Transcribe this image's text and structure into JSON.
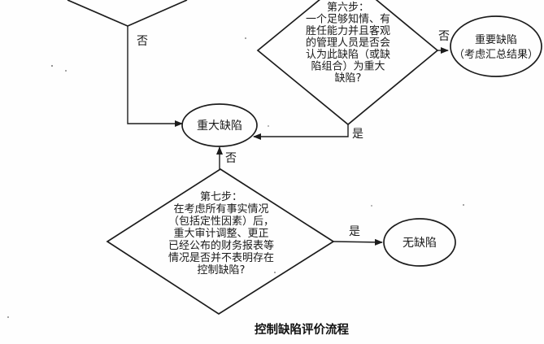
{
  "title": "控制缺陷评价流程",
  "colors": {
    "ink": "#1c1c1c",
    "background": "#fefefe"
  },
  "nodes": {
    "step6_decision": {
      "shape": "diamond",
      "lines": [
        "第六步：",
        "一个足够知情、有",
        "胜任能力并且客观",
        "的管理人员是否会",
        "认为此缺陷（或缺",
        "陷组合）为重大",
        "缺陷?"
      ]
    },
    "significant_deficiency": {
      "shape": "ellipse",
      "lines": [
        "重要缺陷",
        "（考虑汇总结果）"
      ]
    },
    "material_weakness": {
      "shape": "ellipse",
      "label": "重大缺陷"
    },
    "step7_decision": {
      "shape": "diamond",
      "lines": [
        "第七步：",
        "在考虑所有事实情况",
        "（包括定性因素）后，",
        "重大审计调整、更正",
        "已经公布的财务报表等",
        "情况是否并不表明存在",
        "控制缺陷?"
      ]
    },
    "no_deficiency": {
      "shape": "ellipse",
      "label": "无缺陷"
    }
  },
  "edge_labels": {
    "prev_step_no": "否",
    "step6_no": "否",
    "step6_yes": "是",
    "step7_no": "否",
    "step7_yes": "是"
  }
}
